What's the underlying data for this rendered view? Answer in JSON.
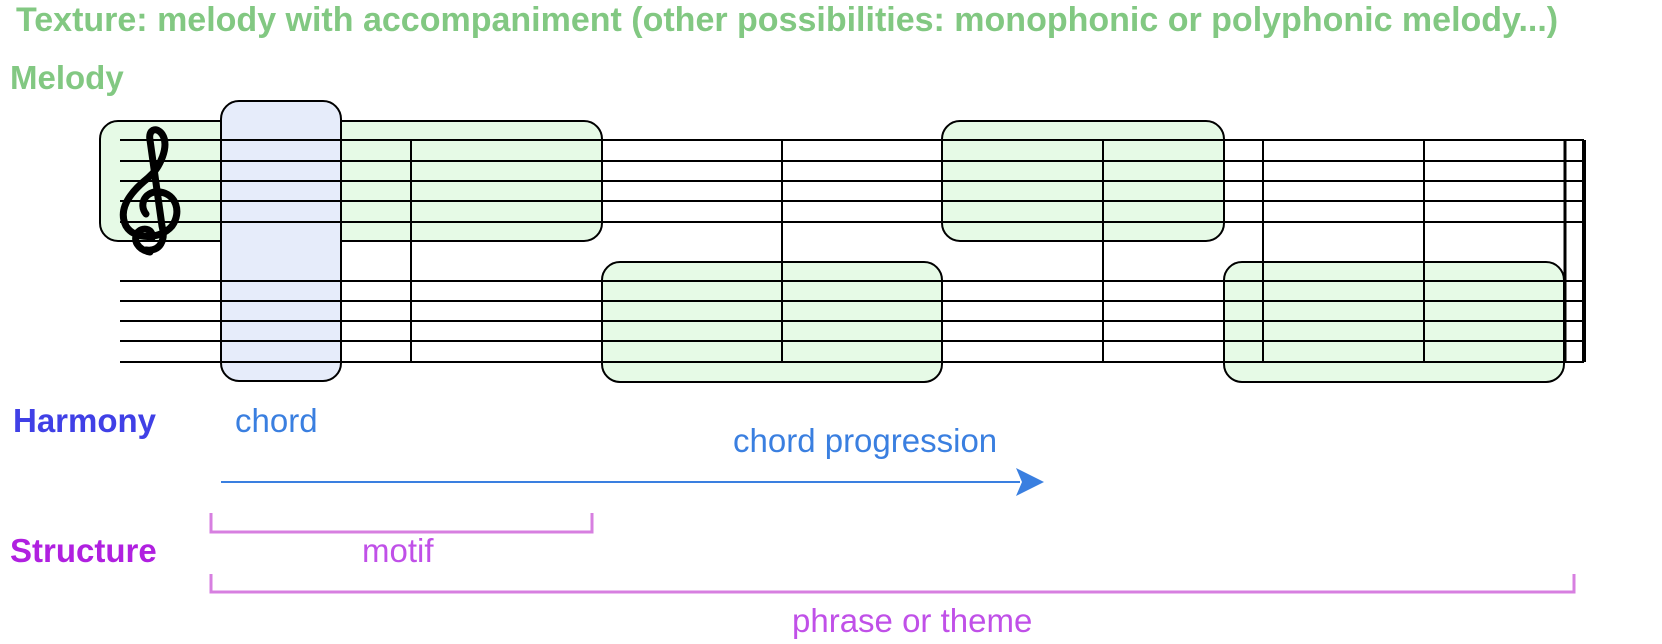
{
  "texture": {
    "title": "Texture: melody with accompaniment (other possibilities: monophonic or polyphonic melody...)"
  },
  "melody": {
    "label": "Melody"
  },
  "score": {
    "clef_glyph": "𝄞"
  },
  "harmony": {
    "label": "Harmony",
    "chord_label": "chord",
    "progression_label": "chord progression"
  },
  "structure": {
    "label": "Structure",
    "motif_label": "motif",
    "phrase_label": "phrase or theme"
  },
  "colors": {
    "texture_green": "#82c882",
    "melody_fill": "#e6fae6",
    "chord_fill": "#e6ecfa",
    "harmony_label": "#4040e6",
    "harmony_blue": "#3a7fe0",
    "structure_label": "#b020e0",
    "structure_pink": "#d77fe0",
    "structure_text": "#c050e8"
  }
}
